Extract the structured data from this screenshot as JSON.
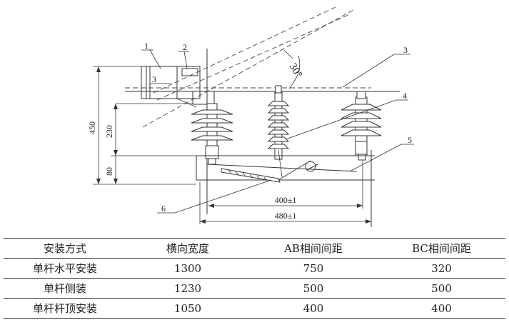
{
  "diagram": {
    "callouts": [
      "1",
      "2",
      "3",
      "3",
      "4",
      "5",
      "6"
    ],
    "angle_label": "30°",
    "dimensions": {
      "total_height": "450",
      "upper_height": "230",
      "lower_height": "80",
      "inner_span": "400±1",
      "outer_span": "480±1"
    }
  },
  "table": {
    "headers": [
      "安装方式",
      "横向宽度",
      "AB相间间距",
      "BC相间间距"
    ],
    "rows": [
      [
        "单杆水平安装",
        "1300",
        "750",
        "320"
      ],
      [
        "单杆侧装",
        "1230",
        "500",
        "500"
      ],
      [
        "单杆杆顶安装",
        "1050",
        "400",
        "400"
      ]
    ]
  }
}
